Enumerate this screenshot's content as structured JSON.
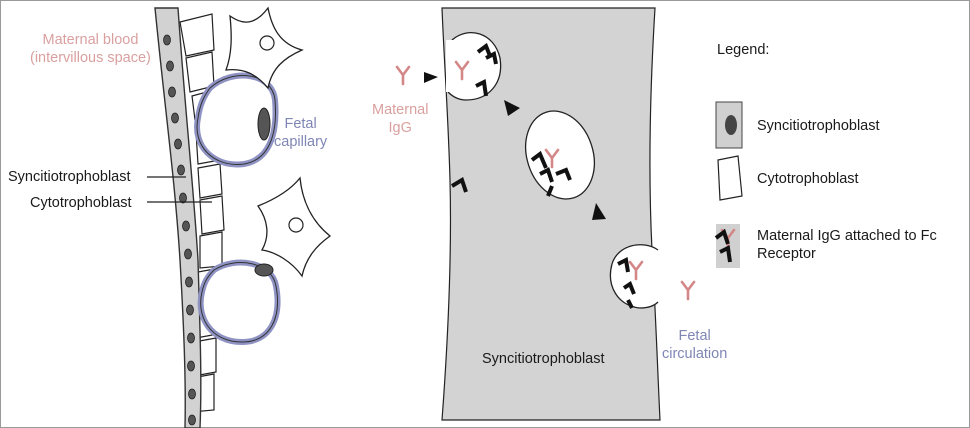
{
  "left_panel": {
    "maternal_blood": [
      "Maternal blood",
      "(intervillous space)"
    ],
    "fetal_capillary": [
      "Fetal",
      "capillary"
    ],
    "syncytiotrophoblast": "Syncitiotrophoblast",
    "cytotrophoblast": "Cytotrophoblast"
  },
  "right_panel": {
    "maternal_igg": [
      "Maternal",
      "IgG"
    ],
    "syncytiotrophoblast": "Syncitiotrophoblast",
    "fetal_circulation": [
      "Fetal",
      "circulation"
    ]
  },
  "legend": {
    "title": "Legend:",
    "items": [
      {
        "icon": "syncytiotrophoblast-icon",
        "label": "Syncitiotrophoblast"
      },
      {
        "icon": "cytotrophoblast-icon",
        "label": "Cytotrophoblast"
      },
      {
        "icon": "igg-fc-receptor-icon",
        "label": [
          "Maternal IgG attached to Fc",
          "Receptor"
        ]
      }
    ]
  },
  "colors": {
    "maternal_text": "#d9a09f",
    "fetal_text": "#7f86b4",
    "capillary_outline": "#8f93c4",
    "syncytium_fill": "#d3d3d3",
    "igg_color": "#d48787"
  }
}
